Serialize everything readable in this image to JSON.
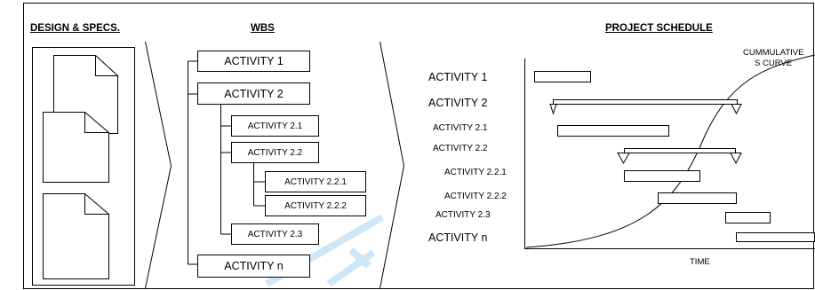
{
  "headings": {
    "design": "DESIGN & SPECS.",
    "wbs": "WBS",
    "schedule": "PROJECT SCHEDULE"
  },
  "wbs": {
    "activity_1": "ACTIVITY 1",
    "activity_2": "ACTIVITY 2",
    "activity_2_1": "ACTIVITY 2.1",
    "activity_2_2": "ACTIVITY 2.2",
    "activity_2_2_1": "ACTIVITY 2.2.1",
    "activity_2_2_2": "ACTIVITY 2.2.2",
    "activity_2_3": "ACTIVITY 2.3",
    "activity_n": "ACTIVITY n"
  },
  "schedule": {
    "rows": {
      "activity_1": "ACTIVITY 1",
      "activity_2": "ACTIVITY 2",
      "activity_2_1": "ACTIVITY 2.1",
      "activity_2_2": "ACTIVITY 2.2",
      "activity_2_2_1": "ACTIVITY 2.2.1",
      "activity_2_2_2": "ACTIVITY 2.2.2",
      "activity_2_3": "ACTIVITY 2.3",
      "activity_n": "ACTIVITY n"
    },
    "curve_label_line1": "CUMMULATIVE",
    "curve_label_line2": "S CURVE",
    "time_label": "TIME"
  },
  "watermark": {
    "color": "#a9d3f2"
  }
}
